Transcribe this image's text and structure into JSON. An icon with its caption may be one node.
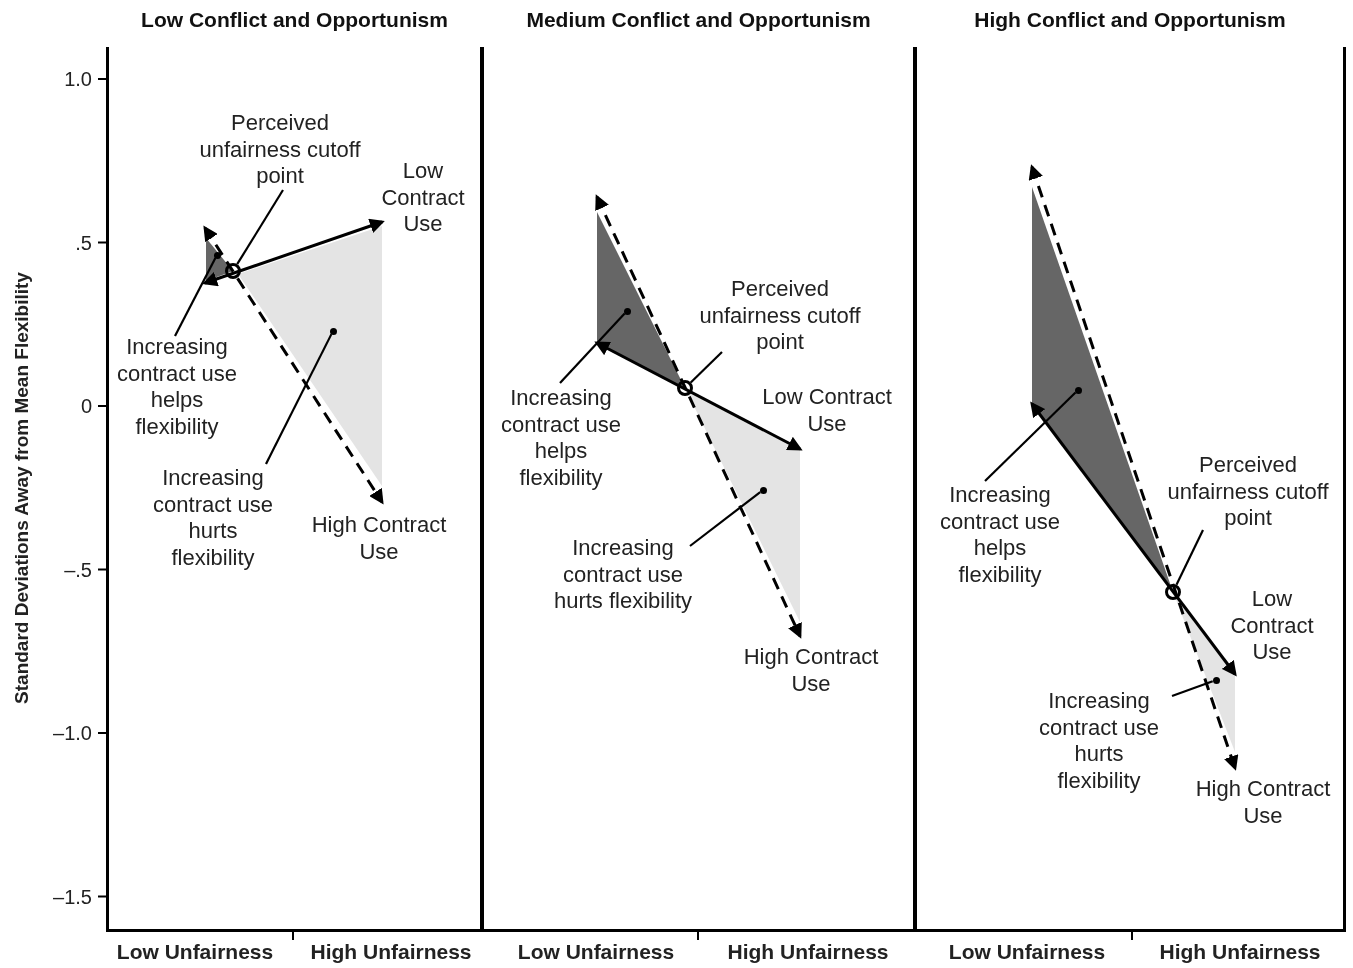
{
  "diagram": {
    "nodes": [
      {
        "text": [
          "Low Conflict and Opportunism"
        ]
      },
      {
        "text": [
          "Perceived unfairness cutoff point"
        ],
        "in": 0
      },
      {
        "text": [
          "Increasing contract use helps flexibility"
        ],
        "in": 0
      },
      {
        "text": [
          "Increasing contract use hurts flexibility"
        ],
        "in": 0
      },
      {
        "text": [],
        "shape": "circle",
        "in": 0
      },
      {
        "text": [],
        "shape": "circle",
        "in": 0
      },
      {
        "text": [],
        "shape": "circle",
        "in": 0
      },
      {
        "text": [
          "Medium Conflict and Opportunism"
        ]
      },
      {
        "text": [
          "Perceived unfairness cutoff point"
        ],
        "in": 7
      },
      {
        "text": [
          "Increasing contract use helps flexibility"
        ],
        "in": 7
      },
      {
        "text": [
          "Increasing contract use hurts flexibility"
        ],
        "in": 7
      },
      {
        "text": [],
        "shape": "circle",
        "in": 7
      },
      {
        "text": [],
        "shape": "circle",
        "in": 7
      },
      {
        "text": [],
        "shape": "circle",
        "in": 7
      },
      {
        "text": [
          "High Conflict and Opportunism"
        ]
      },
      {
        "text": [
          "Perceived unfairness cutoff point"
        ],
        "in": 14
      },
      {
        "text": [
          "Increasing contract use helps flexibility"
        ],
        "in": 14
      },
      {
        "text": [
          "Increasing contract use hurts flexibility"
        ],
        "in": 14
      },
      {
        "text": [],
        "shape": "circle",
        "in": 14
      },
      {
        "text": [],
        "shape": "circle",
        "in": 14
      },
      {
        "text": [],
        "shape": "circle",
        "in": 14
      }
    ],
    "edges": [
      {
        "from": 1,
        "to": 4,
        "arrow": "none"
      },
      {
        "from": 2,
        "to": 5,
        "arrow": "none"
      },
      {
        "from": 3,
        "to": 6,
        "arrow": "none"
      },
      {
        "from": 8,
        "to": 11,
        "arrow": "none"
      },
      {
        "from": 9,
        "to": 12,
        "arrow": "none"
      },
      {
        "from": 10,
        "to": 13,
        "arrow": "none"
      },
      {
        "from": 15,
        "to": 18,
        "arrow": "none"
      },
      {
        "from": 16,
        "to": 19,
        "arrow": "none"
      },
      {
        "from": 17,
        "to": 20,
        "arrow": "none"
      }
    ],
    "labels": [
      "1.0",
      ".5",
      "0",
      "–.5",
      "–1.0",
      "–1.5",
      "Standard Deviations Away from Mean Flexibility",
      "Low Contract Use",
      "High Contract Use",
      "Low Contract Use",
      "High Contract Use",
      "Low Contract Use",
      "High Contract Use",
      "Low Unfairness",
      "High Unfairness",
      "Low Unfairness",
      "High Unfairness",
      "Low Unfairness",
      "High Unfairness"
    ]
  }
}
